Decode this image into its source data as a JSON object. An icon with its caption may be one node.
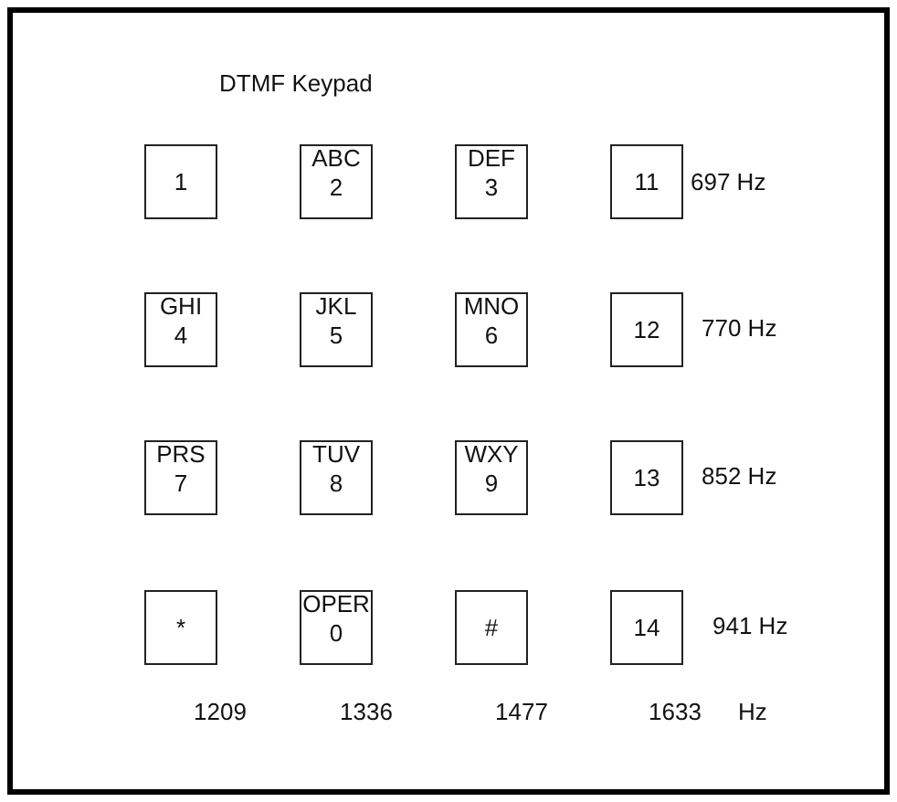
{
  "diagram": {
    "title": "DTMF Keypad",
    "nodes": [
      {
        "text": [
          "1"
        ]
      },
      {
        "text": [
          "ABC",
          "2"
        ]
      },
      {
        "text": [
          "DEF",
          "3"
        ]
      },
      {
        "text": [
          "11"
        ]
      },
      {
        "text": [
          "GHI",
          "4"
        ]
      },
      {
        "text": [
          "JKL",
          "5"
        ]
      },
      {
        "text": [
          "MNO",
          "6"
        ]
      },
      {
        "text": [
          "12"
        ]
      },
      {
        "text": [
          "PRS",
          "7"
        ]
      },
      {
        "text": [
          "TUV",
          "8"
        ]
      },
      {
        "text": [
          "WXY",
          "9"
        ]
      },
      {
        "text": [
          "13"
        ]
      },
      {
        "text": [
          "*"
        ]
      },
      {
        "text": [
          "OPER",
          "0"
        ]
      },
      {
        "text": [
          "#"
        ]
      },
      {
        "text": [
          "14"
        ]
      }
    ],
    "edges": [],
    "labels": [
      "697 Hz",
      "770 Hz",
      "852 Hz",
      "941 Hz",
      "1209",
      "1336",
      "1477",
      "1633",
      "Hz"
    ]
  }
}
